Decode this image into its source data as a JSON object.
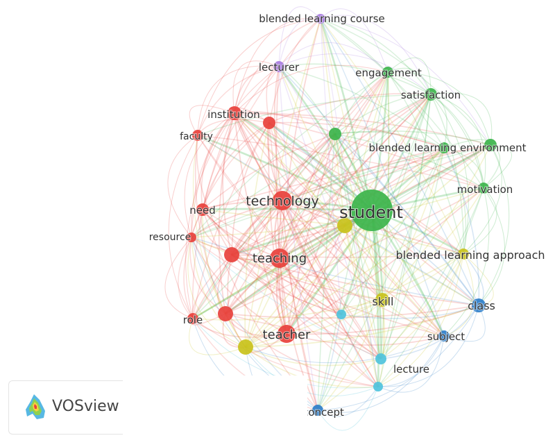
{
  "app": {
    "brand": "VOSview"
  },
  "network": {
    "clusters": {
      "red": "#e8413c",
      "green": "#3cb44b",
      "blue": "#2e7ec9",
      "yellow": "#c9c21c",
      "purple": "#a77be0",
      "cyan": "#4fc3dd"
    },
    "nodes": [
      {
        "id": "student",
        "label": "student",
        "cluster": "green",
        "weight": 30
      },
      {
        "id": "technology",
        "label": "technology",
        "cluster": "red",
        "weight": 14
      },
      {
        "id": "teaching",
        "label": "teaching",
        "cluster": "red",
        "weight": 14
      },
      {
        "id": "teacher",
        "label": "teacher",
        "cluster": "red",
        "weight": 13
      },
      {
        "id": "institution",
        "label": "institution",
        "cluster": "red",
        "weight": 10
      },
      {
        "id": "inst2",
        "label": "",
        "cluster": "red",
        "weight": 9
      },
      {
        "id": "faculty",
        "label": "faculty",
        "cluster": "red",
        "weight": 8
      },
      {
        "id": "need",
        "label": "need",
        "cluster": "red",
        "weight": 9
      },
      {
        "id": "resource",
        "label": "resource",
        "cluster": "red",
        "weight": 7
      },
      {
        "id": "red-a",
        "label": "",
        "cluster": "red",
        "weight": 11
      },
      {
        "id": "red-b",
        "label": "",
        "cluster": "red",
        "weight": 11
      },
      {
        "id": "role",
        "label": "role",
        "cluster": "red",
        "weight": 8
      },
      {
        "id": "engagement",
        "label": "engagement",
        "cluster": "green",
        "weight": 8
      },
      {
        "id": "satisfaction",
        "label": "satisfaction",
        "cluster": "green",
        "weight": 9
      },
      {
        "id": "green-a",
        "label": "",
        "cluster": "green",
        "weight": 9
      },
      {
        "id": "ble",
        "label": "blended learning environment",
        "cluster": "green",
        "weight": 9
      },
      {
        "id": "motivation",
        "label": "motivation",
        "cluster": "green",
        "weight": 8
      },
      {
        "id": "green-b",
        "label": "",
        "cluster": "green",
        "weight": 8
      },
      {
        "id": "blc",
        "label": "blended learning course",
        "cluster": "purple",
        "weight": 7
      },
      {
        "id": "lecturer",
        "label": "lecturer",
        "cluster": "purple",
        "weight": 8
      },
      {
        "id": "yellow-a",
        "label": "",
        "cluster": "yellow",
        "weight": 11
      },
      {
        "id": "bla",
        "label": "blended learning approach",
        "cluster": "yellow",
        "weight": 8
      },
      {
        "id": "skill",
        "label": "skill",
        "cluster": "yellow",
        "weight": 10
      },
      {
        "id": "yellow-b",
        "label": "",
        "cluster": "yellow",
        "weight": 11
      },
      {
        "id": "class",
        "label": "class",
        "cluster": "blue",
        "weight": 10
      },
      {
        "id": "subject",
        "label": "subject",
        "cluster": "blue",
        "weight": 8
      },
      {
        "id": "lecture",
        "label": "lecture",
        "cluster": "cyan",
        "weight": 7
      },
      {
        "id": "concept",
        "label": "concept",
        "cluster": "blue",
        "weight": 8
      },
      {
        "id": "cyan-a",
        "label": "",
        "cluster": "cyan",
        "weight": 7
      },
      {
        "id": "cyan-b",
        "label": "",
        "cluster": "cyan",
        "weight": 8
      }
    ]
  }
}
